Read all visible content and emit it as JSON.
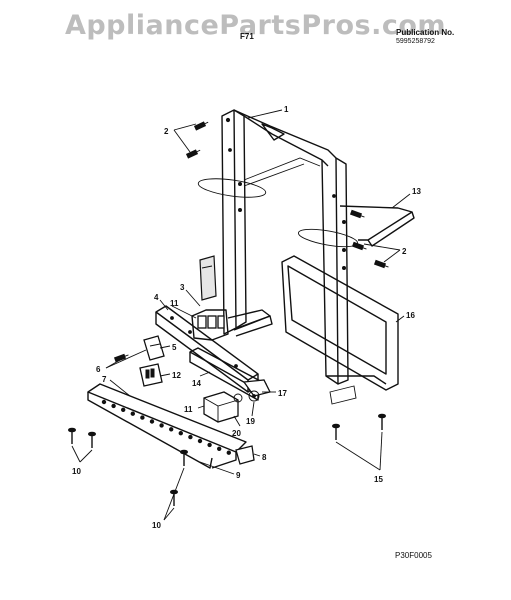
{
  "watermark": "AppliancePartsPros.com",
  "header": {
    "model": "F71",
    "publication_label": "Publication No.",
    "publication_number": "5995258792"
  },
  "footer": {
    "code": "P30F0005"
  },
  "callouts": [
    {
      "id": "c1",
      "label": "1"
    },
    {
      "id": "c2a",
      "label": "2"
    },
    {
      "id": "c2b",
      "label": "2"
    },
    {
      "id": "c3",
      "label": "3"
    },
    {
      "id": "c4",
      "label": "4"
    },
    {
      "id": "c5",
      "label": "5"
    },
    {
      "id": "c6",
      "label": "6"
    },
    {
      "id": "c7",
      "label": "7"
    },
    {
      "id": "c8",
      "label": "8"
    },
    {
      "id": "c9",
      "label": "9"
    },
    {
      "id": "c10a",
      "label": "10"
    },
    {
      "id": "c10b",
      "label": "10"
    },
    {
      "id": "c11a",
      "label": "11"
    },
    {
      "id": "c11b",
      "label": "11"
    },
    {
      "id": "c12",
      "label": "12"
    },
    {
      "id": "c13",
      "label": "13"
    },
    {
      "id": "c14",
      "label": "14"
    },
    {
      "id": "c15",
      "label": "15"
    },
    {
      "id": "c16",
      "label": "16"
    },
    {
      "id": "c17",
      "label": "17"
    },
    {
      "id": "c19",
      "label": "19"
    },
    {
      "id": "c20",
      "label": "20"
    }
  ]
}
